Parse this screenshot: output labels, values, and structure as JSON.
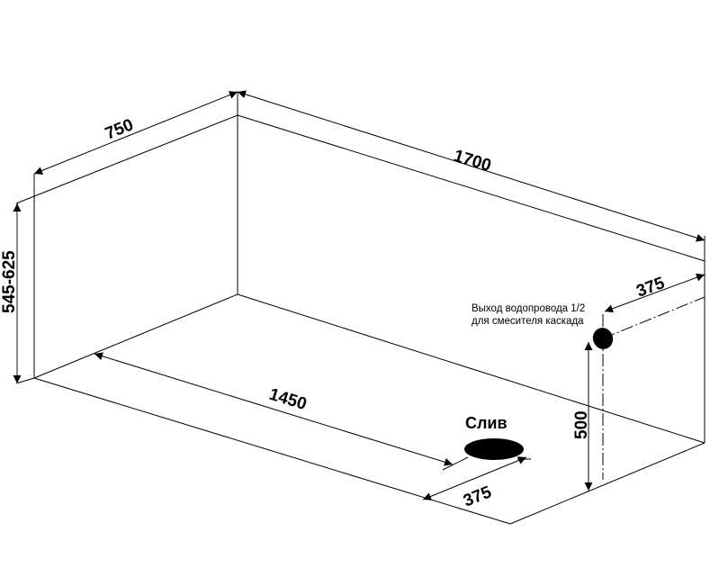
{
  "title": "Bathtub dimensions diagram",
  "dimensions": {
    "width": "750",
    "length": "1700",
    "height": "545-625",
    "drain_from_end": "1450",
    "drain_from_wall": "375",
    "outlet_height": "500",
    "outlet_from_wall": "375"
  },
  "labels": {
    "drain": "Слив",
    "outlet_line1": "Выход водопровода 1/2",
    "outlet_line2": "для смесителя каскада"
  }
}
